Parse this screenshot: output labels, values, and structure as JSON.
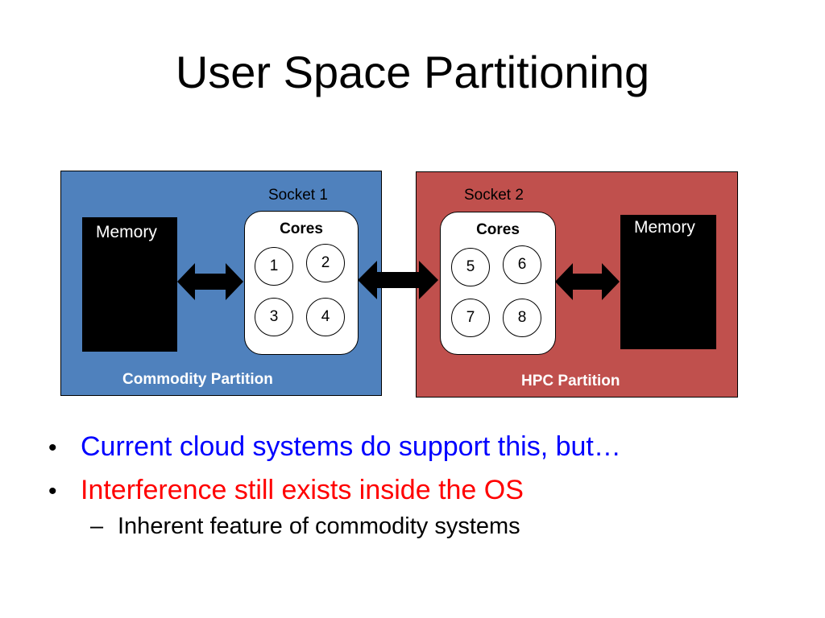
{
  "slide": {
    "title": "User Space Partitioning"
  },
  "diagram": {
    "colors": {
      "commodity": "#4F81BD",
      "hpc": "#C0504D",
      "memory": "#000000",
      "arrow": "#000000"
    },
    "left_partition": {
      "socket_label": "Socket 1",
      "memory_label": "Memory",
      "cores_label": "Cores",
      "cores": [
        "1",
        "2",
        "3",
        "4"
      ],
      "partition_label": "Commodity Partition"
    },
    "right_partition": {
      "socket_label": "Socket 2",
      "memory_label": "Memory",
      "cores_label": "Cores",
      "cores": [
        "5",
        "6",
        "7",
        "8"
      ],
      "partition_label": "HPC Partition"
    }
  },
  "bullets": [
    {
      "text": "Current cloud systems do support this, but…",
      "color": "#0000FF",
      "marker": "•"
    },
    {
      "text": "Interference still exists inside the OS",
      "color": "#FF0000",
      "marker": "•"
    }
  ],
  "sub_bullets": [
    {
      "text": "Inherent feature of commodity systems",
      "color": "#000000",
      "marker": "–"
    }
  ]
}
